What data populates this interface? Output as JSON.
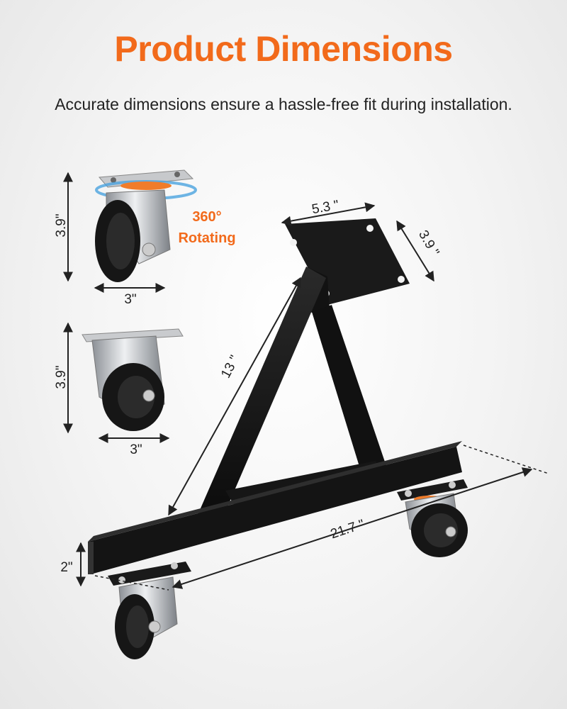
{
  "title": "Product Dimensions",
  "subtitle": "Accurate dimensions ensure a hassle-free fit during installation.",
  "accent_color": "#f26a1b",
  "frame_color": "#151515",
  "swivel_caster": {
    "height": "3.9\"",
    "width": "3\"",
    "rotation_line1": "360°",
    "rotation_line2": "Rotating"
  },
  "fixed_caster": {
    "height": "3.9\"",
    "width": "3\""
  },
  "stand": {
    "plate_width": "5.3 \"",
    "plate_depth": "3.9 \"",
    "arm_length": "13 \"",
    "base_length": "21.7 \"",
    "base_height": "2\""
  }
}
